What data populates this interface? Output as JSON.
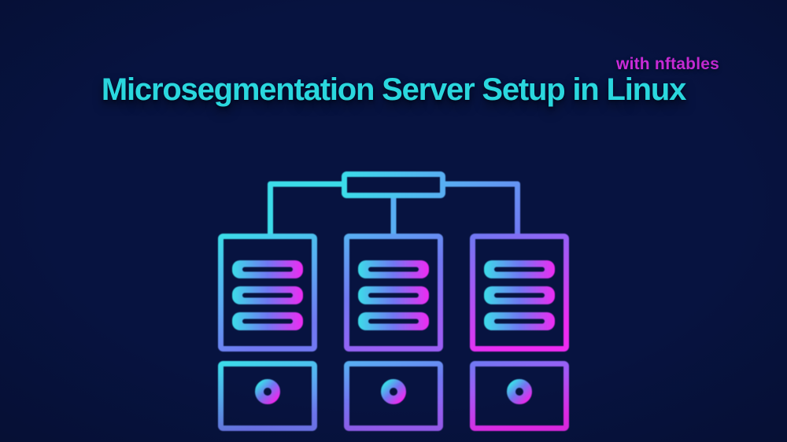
{
  "header": {
    "title": "Microsegmentation Server Setup in Linux",
    "tagline": "with nftables"
  },
  "colors": {
    "background": "#071340",
    "title": "#2ad7de",
    "tagline": "#cb2bd9",
    "diagram_cyan": "#3cdce9",
    "diagram_sky": "#58aef2",
    "diagram_indigo": "#7178f2",
    "diagram_purple": "#9b5ef5",
    "diagram_magenta": "#ee2bf2"
  },
  "diagram": {
    "switch_count": 1,
    "server_count": 3,
    "slots_per_server": 3,
    "icons": {
      "switch": "network-switch-icon",
      "server": "server-tower-icon",
      "power": "power-button-icon"
    }
  }
}
